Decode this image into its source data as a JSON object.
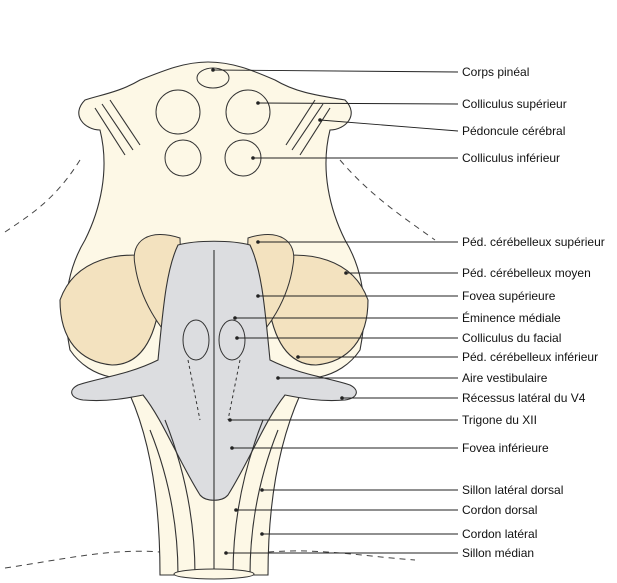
{
  "colors": {
    "tissue": "#fdf8e6",
    "fossa": "#dcdde0",
    "peduncle": "#f3e2bf",
    "outline": "#333333"
  },
  "labels": [
    "Corps pinéal",
    "Colliculus supérieur",
    "Pédoncule cérébral",
    "Colliculus inférieur",
    "Péd. cérébelleux supérieur",
    "Péd. cérébelleux moyen",
    "Fovea supérieure",
    "Éminence médiale",
    "Colliculus du facial",
    "Péd. cérébelleux inférieur",
    "Aire vestibulaire",
    "Récessus latéral du V4",
    "Trigone du XII",
    "Fovea inférieure",
    "Sillon latéral dorsal",
    "Cordon dorsal",
    "Cordon latéral",
    "Sillon médian"
  ]
}
